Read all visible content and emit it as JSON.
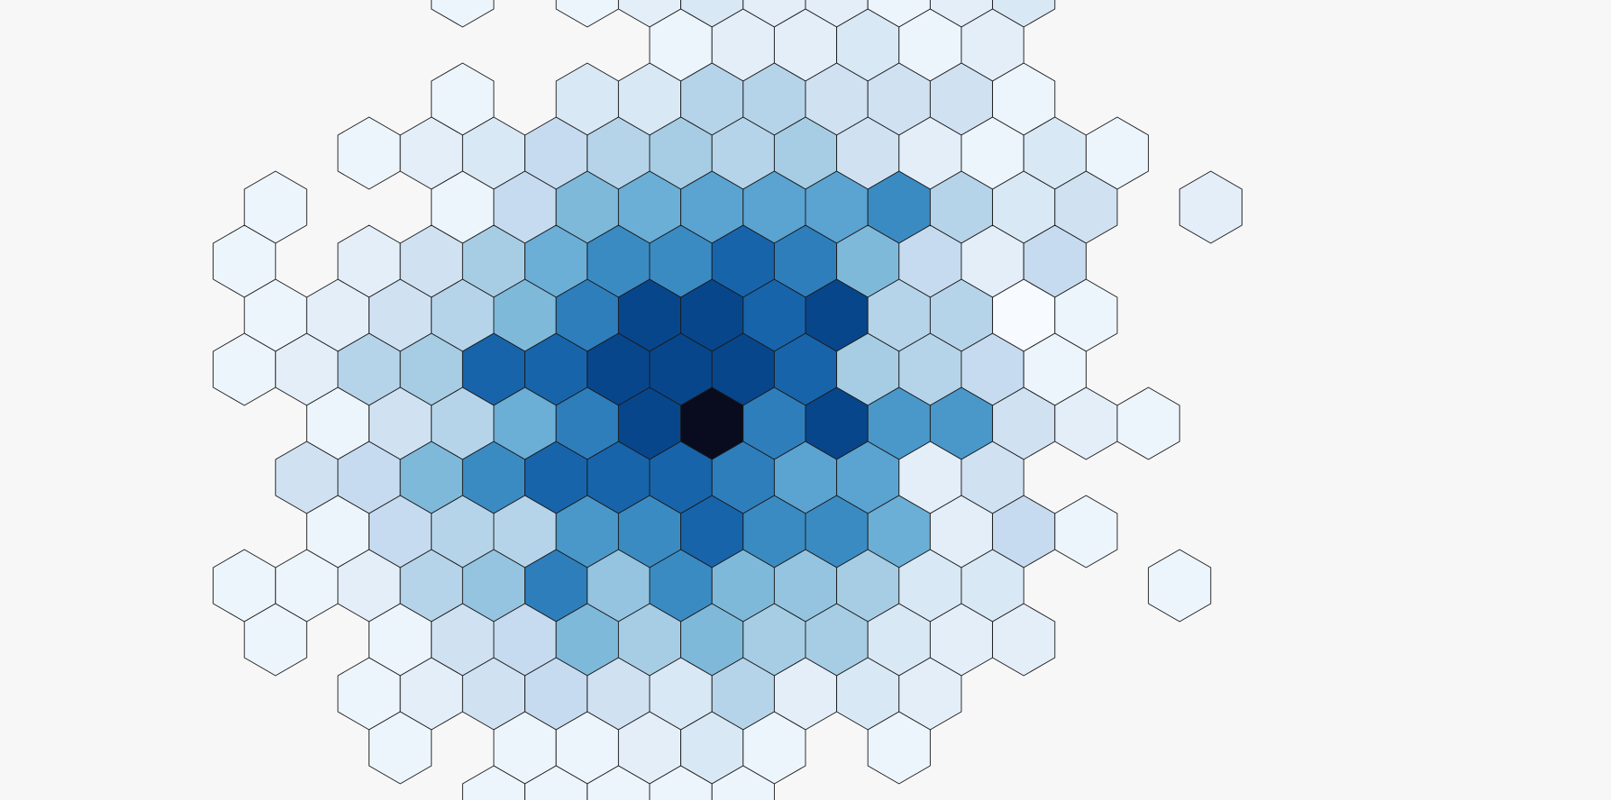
{
  "chart_data": {
    "type": "hexbin",
    "title": "",
    "xlabel": "",
    "ylabel": "",
    "colormap": "Blues",
    "color_range": [
      "#f7fbff",
      "#08306b",
      "#090c1f"
    ],
    "count_max": 20,
    "grid": false,
    "axes_visible": false,
    "rows": [
      {
        "row": -1,
        "cells": [
          [
            -1,
            1
          ],
          [
            1,
            1
          ],
          [
            2,
            2
          ],
          [
            3,
            3
          ],
          [
            4,
            2
          ],
          [
            5,
            2
          ],
          [
            6,
            1
          ],
          [
            7,
            2
          ],
          [
            8,
            3
          ]
        ]
      },
      {
        "row": 0,
        "cells": [
          [
            3,
            1
          ],
          [
            4,
            2
          ],
          [
            5,
            2
          ],
          [
            6,
            3
          ],
          [
            7,
            1
          ],
          [
            8,
            2
          ]
        ]
      },
      {
        "row": 1,
        "cells": [
          [
            -1,
            1
          ],
          [
            1,
            3
          ],
          [
            2,
            3
          ],
          [
            3,
            6
          ],
          [
            4,
            6
          ],
          [
            5,
            4
          ],
          [
            6,
            4
          ],
          [
            7,
            4
          ],
          [
            8,
            1
          ]
        ]
      },
      {
        "row": 2,
        "cells": [
          [
            -2,
            1
          ],
          [
            -1,
            2
          ],
          [
            0,
            3
          ],
          [
            1,
            5
          ],
          [
            2,
            6
          ],
          [
            3,
            7
          ],
          [
            4,
            6
          ],
          [
            5,
            7
          ],
          [
            6,
            4
          ],
          [
            7,
            2
          ],
          [
            8,
            1
          ],
          [
            9,
            3
          ],
          [
            10,
            1
          ]
        ]
      },
      {
        "row": 3,
        "cells": [
          [
            -4,
            1
          ],
          [
            -1,
            1
          ],
          [
            0,
            5
          ],
          [
            1,
            9
          ],
          [
            2,
            10
          ],
          [
            3,
            11
          ],
          [
            4,
            11
          ],
          [
            5,
            11
          ],
          [
            6,
            13
          ],
          [
            7,
            6
          ],
          [
            8,
            3
          ],
          [
            9,
            4
          ],
          [
            11,
            2
          ]
        ]
      },
      {
        "row": 4,
        "cells": [
          [
            -4,
            1
          ],
          [
            -2,
            2
          ],
          [
            -1,
            4
          ],
          [
            0,
            7
          ],
          [
            1,
            10
          ],
          [
            2,
            13
          ],
          [
            3,
            13
          ],
          [
            4,
            16
          ],
          [
            5,
            14
          ],
          [
            6,
            9
          ],
          [
            7,
            5
          ],
          [
            8,
            2
          ],
          [
            9,
            5
          ]
        ]
      },
      {
        "row": 5,
        "cells": [
          [
            -4,
            1
          ],
          [
            -3,
            2
          ],
          [
            -2,
            4
          ],
          [
            -1,
            6
          ],
          [
            0,
            9
          ],
          [
            1,
            14
          ],
          [
            2,
            18
          ],
          [
            3,
            18
          ],
          [
            4,
            16
          ],
          [
            5,
            18
          ],
          [
            6,
            6
          ],
          [
            7,
            6
          ],
          [
            8,
            0
          ],
          [
            9,
            1
          ]
        ]
      },
      {
        "row": 6,
        "cells": [
          [
            -4,
            1
          ],
          [
            -3,
            2
          ],
          [
            -2,
            6
          ],
          [
            -1,
            7
          ],
          [
            0,
            16
          ],
          [
            1,
            16
          ],
          [
            2,
            18
          ],
          [
            3,
            18
          ],
          [
            4,
            18
          ],
          [
            5,
            16
          ],
          [
            6,
            7
          ],
          [
            7,
            6
          ],
          [
            8,
            5
          ],
          [
            9,
            1
          ]
        ]
      },
      {
        "row": 7,
        "cells": [
          [
            -3,
            1
          ],
          [
            -2,
            4
          ],
          [
            -1,
            6
          ],
          [
            0,
            10
          ],
          [
            1,
            14
          ],
          [
            2,
            18
          ],
          [
            3,
            20
          ],
          [
            4,
            14
          ],
          [
            5,
            18
          ],
          [
            6,
            12
          ],
          [
            7,
            12
          ],
          [
            8,
            4
          ],
          [
            9,
            2
          ],
          [
            10,
            1
          ]
        ]
      },
      {
        "row": 8,
        "cells": [
          [
            -3,
            4
          ],
          [
            -2,
            5
          ],
          [
            -1,
            9
          ],
          [
            0,
            13
          ],
          [
            1,
            16
          ],
          [
            2,
            16
          ],
          [
            3,
            16
          ],
          [
            4,
            14
          ],
          [
            5,
            11
          ],
          [
            6,
            11
          ],
          [
            7,
            2
          ],
          [
            8,
            4
          ]
        ]
      },
      {
        "row": 9,
        "cells": [
          [
            -3,
            1
          ],
          [
            -2,
            5
          ],
          [
            -1,
            6
          ],
          [
            0,
            6
          ],
          [
            1,
            12
          ],
          [
            2,
            13
          ],
          [
            3,
            16
          ],
          [
            4,
            13
          ],
          [
            5,
            13
          ],
          [
            6,
            10
          ],
          [
            7,
            2
          ],
          [
            8,
            5
          ],
          [
            9,
            1
          ]
        ]
      },
      {
        "row": 10,
        "cells": [
          [
            -4,
            1
          ],
          [
            -3,
            1
          ],
          [
            -2,
            2
          ],
          [
            -1,
            6
          ],
          [
            0,
            8
          ],
          [
            1,
            14
          ],
          [
            2,
            8
          ],
          [
            3,
            13
          ],
          [
            4,
            9
          ],
          [
            5,
            8
          ],
          [
            6,
            7
          ],
          [
            7,
            3
          ],
          [
            8,
            3
          ],
          [
            11,
            1
          ]
        ]
      },
      {
        "row": 11,
        "cells": [
          [
            -4,
            1
          ],
          [
            -2,
            1
          ],
          [
            -1,
            4
          ],
          [
            0,
            5
          ],
          [
            1,
            9
          ],
          [
            2,
            7
          ],
          [
            3,
            9
          ],
          [
            4,
            7
          ],
          [
            5,
            7
          ],
          [
            6,
            3
          ],
          [
            7,
            2
          ],
          [
            8,
            2
          ]
        ]
      },
      {
        "row": 12,
        "cells": [
          [
            -2,
            1
          ],
          [
            -1,
            2
          ],
          [
            0,
            4
          ],
          [
            1,
            5
          ],
          [
            2,
            4
          ],
          [
            3,
            3
          ],
          [
            4,
            6
          ],
          [
            5,
            2
          ],
          [
            6,
            3
          ],
          [
            7,
            2
          ]
        ]
      },
      {
        "row": 13,
        "cells": [
          [
            -2,
            1
          ],
          [
            0,
            1
          ],
          [
            1,
            1
          ],
          [
            2,
            2
          ],
          [
            3,
            3
          ],
          [
            4,
            1
          ],
          [
            6,
            1
          ]
        ]
      },
      {
        "row": 14,
        "cells": [
          [
            0,
            1
          ],
          [
            1,
            1
          ],
          [
            2,
            1
          ],
          [
            3,
            1
          ],
          [
            4,
            1
          ]
        ]
      }
    ]
  }
}
